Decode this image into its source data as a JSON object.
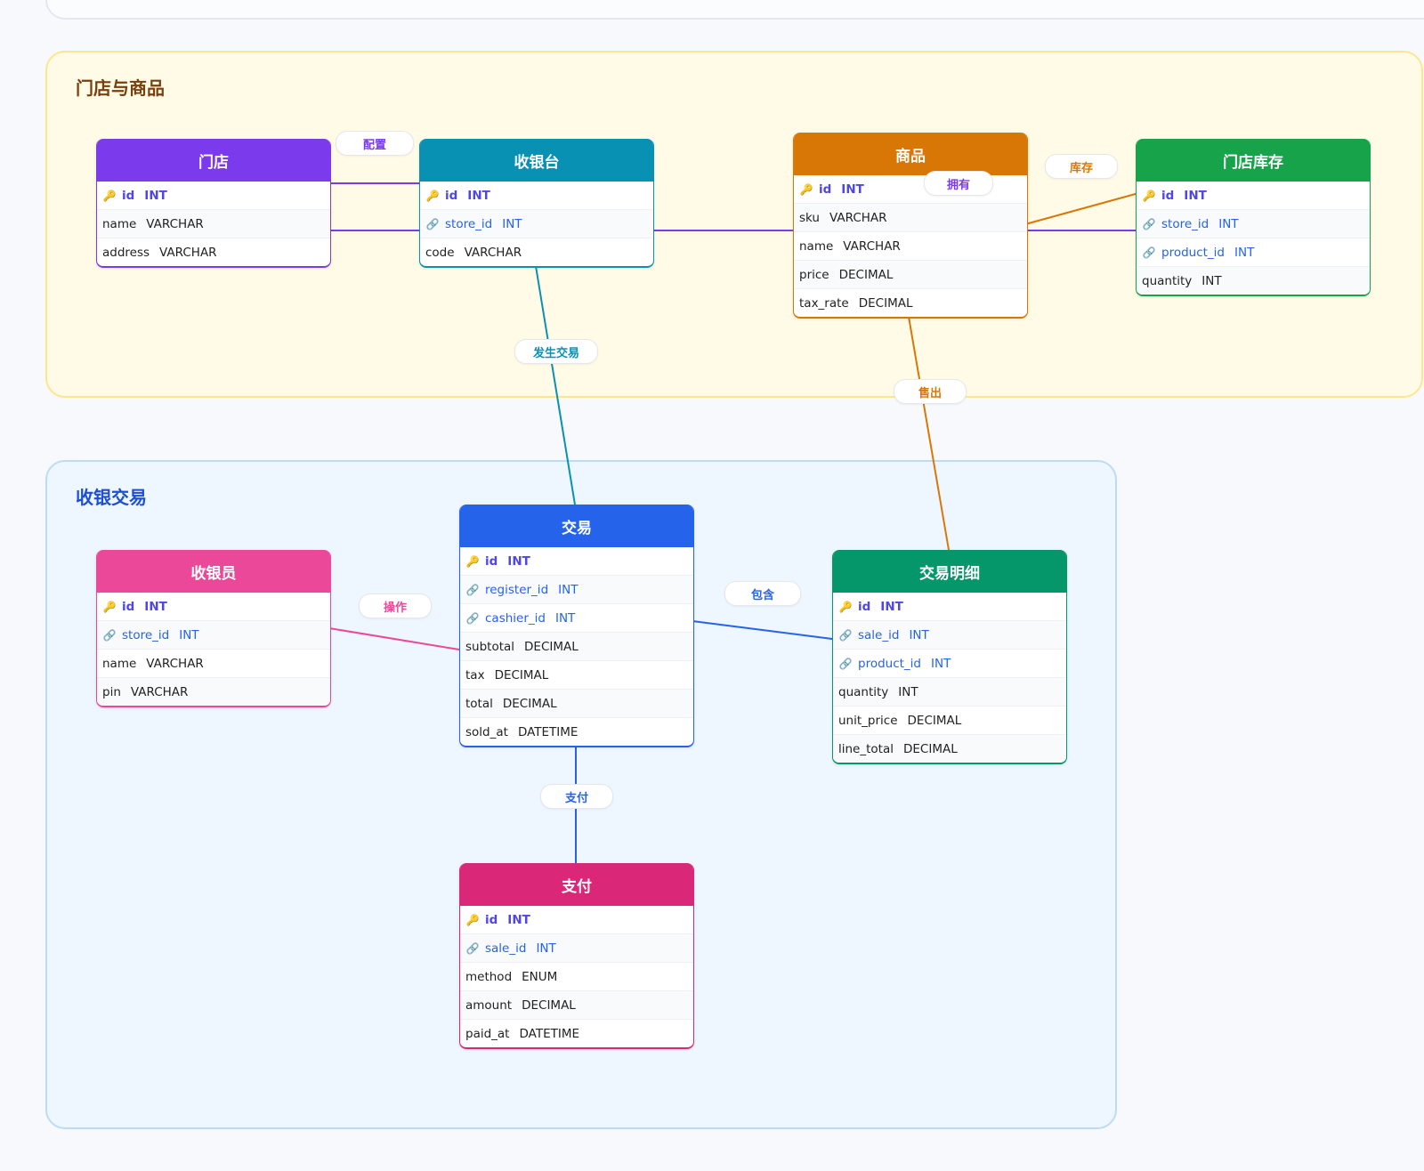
{
  "groups": {
    "store": {
      "title": "门店与商品"
    },
    "checkout": {
      "title": "收银交易"
    }
  },
  "colors": {
    "store": "#7c3aed",
    "register": "#0891b2",
    "product": "#d97706",
    "inventory": "#16a34a",
    "cashier": "#ec4899",
    "sale": "#2563eb",
    "sale_item": "#059669",
    "payment": "#db2777"
  },
  "entities": {
    "store": {
      "title": "门店",
      "fields": [
        {
          "name": "id",
          "type": "INT",
          "kind": "pk"
        },
        {
          "name": "name",
          "type": "VARCHAR",
          "kind": ""
        },
        {
          "name": "address",
          "type": "VARCHAR",
          "kind": ""
        }
      ]
    },
    "register": {
      "title": "收银台",
      "fields": [
        {
          "name": "id",
          "type": "INT",
          "kind": "pk"
        },
        {
          "name": "store_id",
          "type": "INT",
          "kind": "fk"
        },
        {
          "name": "code",
          "type": "VARCHAR",
          "kind": ""
        }
      ]
    },
    "product": {
      "title": "商品",
      "fields": [
        {
          "name": "id",
          "type": "INT",
          "kind": "pk"
        },
        {
          "name": "sku",
          "type": "VARCHAR",
          "kind": ""
        },
        {
          "name": "name",
          "type": "VARCHAR",
          "kind": ""
        },
        {
          "name": "price",
          "type": "DECIMAL",
          "kind": ""
        },
        {
          "name": "tax_rate",
          "type": "DECIMAL",
          "kind": ""
        }
      ]
    },
    "inventory": {
      "title": "门店库存",
      "fields": [
        {
          "name": "id",
          "type": "INT",
          "kind": "pk"
        },
        {
          "name": "store_id",
          "type": "INT",
          "kind": "fk"
        },
        {
          "name": "product_id",
          "type": "INT",
          "kind": "fk"
        },
        {
          "name": "quantity",
          "type": "INT",
          "kind": ""
        }
      ]
    },
    "cashier": {
      "title": "收银员",
      "fields": [
        {
          "name": "id",
          "type": "INT",
          "kind": "pk"
        },
        {
          "name": "store_id",
          "type": "INT",
          "kind": "fk"
        },
        {
          "name": "name",
          "type": "VARCHAR",
          "kind": ""
        },
        {
          "name": "pin",
          "type": "VARCHAR",
          "kind": ""
        }
      ]
    },
    "sale": {
      "title": "交易",
      "fields": [
        {
          "name": "id",
          "type": "INT",
          "kind": "pk"
        },
        {
          "name": "register_id",
          "type": "INT",
          "kind": "fk"
        },
        {
          "name": "cashier_id",
          "type": "INT",
          "kind": "fk"
        },
        {
          "name": "subtotal",
          "type": "DECIMAL",
          "kind": ""
        },
        {
          "name": "tax",
          "type": "DECIMAL",
          "kind": ""
        },
        {
          "name": "total",
          "type": "DECIMAL",
          "kind": ""
        },
        {
          "name": "sold_at",
          "type": "DATETIME",
          "kind": ""
        }
      ]
    },
    "sale_item": {
      "title": "交易明细",
      "fields": [
        {
          "name": "id",
          "type": "INT",
          "kind": "pk"
        },
        {
          "name": "sale_id",
          "type": "INT",
          "kind": "fk"
        },
        {
          "name": "product_id",
          "type": "INT",
          "kind": "fk"
        },
        {
          "name": "quantity",
          "type": "INT",
          "kind": ""
        },
        {
          "name": "unit_price",
          "type": "DECIMAL",
          "kind": ""
        },
        {
          "name": "line_total",
          "type": "DECIMAL",
          "kind": ""
        }
      ]
    },
    "payment": {
      "title": "支付",
      "fields": [
        {
          "name": "id",
          "type": "INT",
          "kind": "pk"
        },
        {
          "name": "sale_id",
          "type": "INT",
          "kind": "fk"
        },
        {
          "name": "method",
          "type": "ENUM",
          "kind": ""
        },
        {
          "name": "amount",
          "type": "DECIMAL",
          "kind": ""
        },
        {
          "name": "paid_at",
          "type": "DATETIME",
          "kind": ""
        }
      ]
    }
  },
  "relationships": {
    "configure": "配置",
    "has": "拥有",
    "stock": "库存",
    "transact": "发生交易",
    "sell": "售出",
    "operate": "操作",
    "contain": "包含",
    "pay": "支付"
  }
}
